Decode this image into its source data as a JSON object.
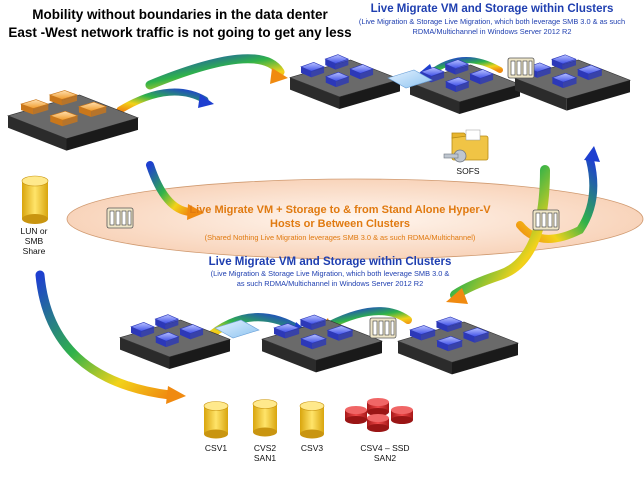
{
  "header": {
    "line1": "Mobility without boundaries in the data denter",
    "line2": "East -West network traffic  is not going to get any less"
  },
  "top_cluster": {
    "title": "Live Migrate VM and Storage within Clusters",
    "sub1": "(Live Migration & Storage Live Migration, which both leverage SMB 3.0 & as such",
    "sub2": "RDMA/Multichannel in Windows Server 2012 R2"
  },
  "middle_band": {
    "title1": "Live Migrate VM + Storage to & from Stand Alone Hyper-V",
    "title2": "Hosts or Between Clusters",
    "sub": "(Shared Nothing Live Migration leverages SMB 3.0 & as such RDMA/Multichannel)"
  },
  "bottom_cluster": {
    "title": "Live Migrate VM and Storage within Clusters",
    "sub1": "(Live Migration & Storage Live Migration, which both leverage SMB 3.0 &",
    "sub2": "as such RDMA/Multichannel in Windows Server 2012 R2"
  },
  "labels": {
    "sofs": "SOFS",
    "lun_line1": "LUN or",
    "lun_line2": "SMB",
    "lun_line3": "Share",
    "csv1": "CSV1",
    "csv2_line1": "CVS2",
    "csv2_line2": "SAN1",
    "csv3": "CSV3",
    "csv4_line1": "CSV4 – SSD",
    "csv4_line2": "SAN2"
  },
  "colors": {
    "cluster_blue": "#1f3fb0",
    "migration_orange": "#e07a10",
    "server_vm_blue": "#4a5cf0",
    "standalone_orange": "#f3a336",
    "csv_gold": "#f5cc2a",
    "ssd_red": "#d42525",
    "band_peach": "#fbe3d2"
  }
}
